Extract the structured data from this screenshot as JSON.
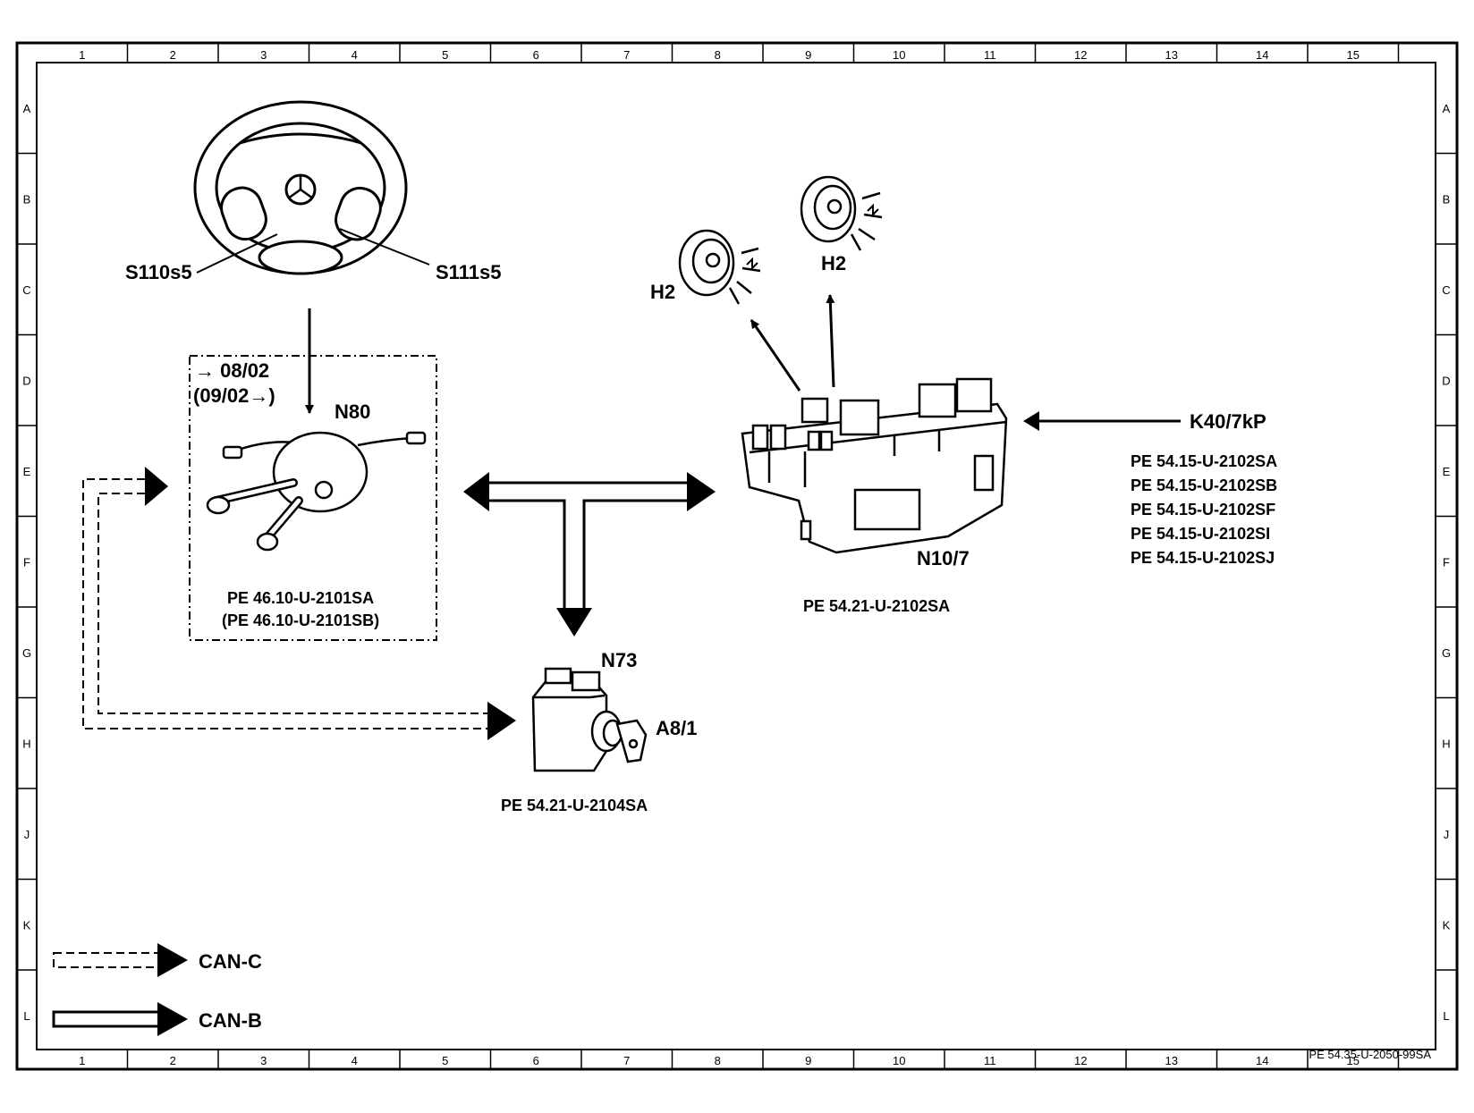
{
  "grid": {
    "columns": [
      "1",
      "2",
      "3",
      "4",
      "5",
      "6",
      "7",
      "8",
      "9",
      "10",
      "11",
      "12",
      "13",
      "14",
      "15"
    ],
    "rows": [
      "A",
      "B",
      "C",
      "D",
      "E",
      "F",
      "G",
      "H",
      "J",
      "K",
      "L"
    ]
  },
  "components": {
    "s110s5": "S110s5",
    "s111s5": "S111s5",
    "n80": "N80",
    "n80_date_1": "→ 08/02",
    "n80_date_2": "(09/02→)",
    "n80_refs": [
      "PE 46.10-U-2101SA",
      "(PE 46.10-U-2101SB)"
    ],
    "h2_left": "H2",
    "h2_right": "H2",
    "k40": "K40/7kP",
    "k40_refs": [
      "PE 54.15-U-2102SA",
      "PE 54.15-U-2102SB",
      "PE 54.15-U-2102SF",
      "PE 54.15-U-2102SI",
      "PE 54.15-U-2102SJ"
    ],
    "n10_7": "N10/7",
    "n10_7_ref": "PE 54.21-U-2102SA",
    "n73": "N73",
    "a8_1": "A8/1",
    "n73_ref": "PE 54.21-U-2104SA"
  },
  "legend": {
    "can_c": "CAN-C",
    "can_b": "CAN-B"
  },
  "document_id": "PE 54.35-U-2050-99SA"
}
